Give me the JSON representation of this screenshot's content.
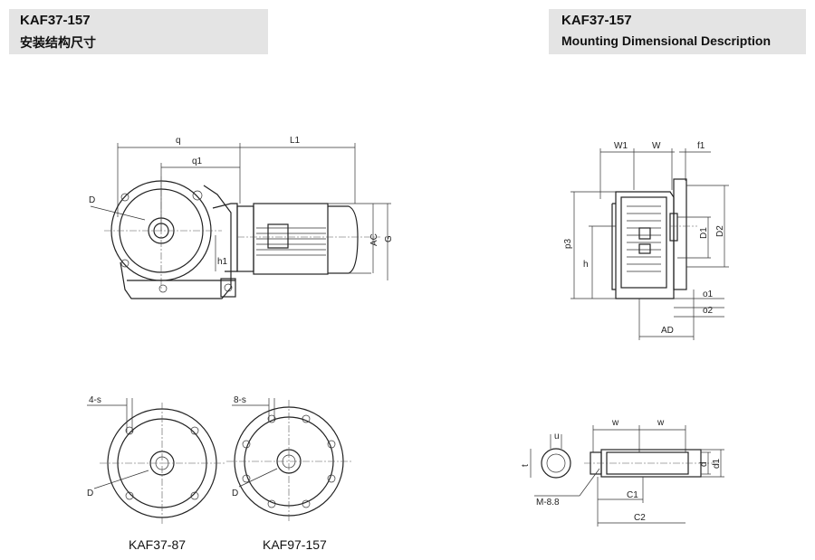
{
  "header_left": {
    "title": "KAF37-157",
    "subtitle": "安装结构尺寸"
  },
  "header_right": {
    "title": "KAF37-157",
    "subtitle": "Mounting Dimensional Description"
  },
  "side_view_labels": {
    "q": "q",
    "q1": "q1",
    "l1": "L1",
    "d": "D",
    "h1": "h1",
    "ac": "AC",
    "g": "G"
  },
  "end_view_labels": {
    "w1": "W1",
    "w": "W",
    "f1": "f1",
    "p3": "p3",
    "h": "h",
    "d1": "D1",
    "d2": "D2",
    "o1": "o1",
    "o2": "o2",
    "ad": "AD"
  },
  "shaft_labels": {
    "u": "u",
    "t": "t",
    "w_left": "w",
    "w_right": "w",
    "d": "d",
    "d1": "d1",
    "m": "M-8.8",
    "c1": "C1",
    "c2": "C2"
  },
  "flange_small": {
    "holes": "4-s",
    "d": "D",
    "caption": "KAF37-87"
  },
  "flange_large": {
    "holes": "8-s",
    "d": "D",
    "caption": "KAF97-157"
  }
}
